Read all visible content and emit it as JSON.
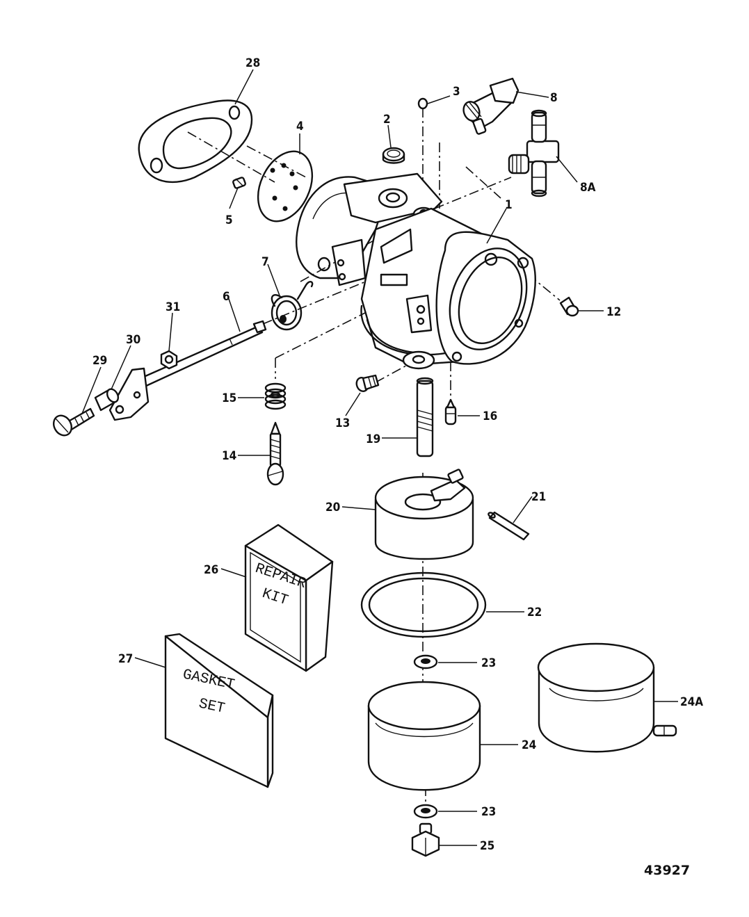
{
  "callouts": {
    "c1": "1",
    "c2": "2",
    "c3": "3",
    "c4": "4",
    "c5": "5",
    "c6": "6",
    "c7": "7",
    "c8": "8",
    "c8a": "8A",
    "c12": "12",
    "c13": "13",
    "c14": "14",
    "c15": "15",
    "c16": "16",
    "c19": "19",
    "c20": "20",
    "c21": "21",
    "c22": "22",
    "c23a": "23",
    "c23b": "23",
    "c24": "24",
    "c24a": "24A",
    "c25": "25",
    "c26": "26",
    "c27": "27",
    "c28": "28",
    "c29": "29",
    "c30": "30",
    "c31": "31"
  },
  "repair_kit": {
    "line1": "REPAIR",
    "line2": "KIT"
  },
  "gasket_set": {
    "line1": "GASKET",
    "line2": "SET"
  },
  "figure_number": "43927"
}
